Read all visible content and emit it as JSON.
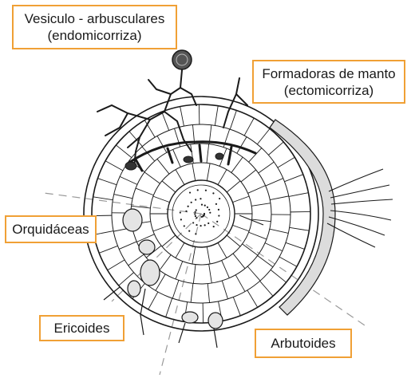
{
  "labels": {
    "vesiculo": {
      "line1": "Vesiculo - arbusculares",
      "line2": "(endomicorriza)"
    },
    "formadoras": {
      "line1": "Formadoras de manto",
      "line2": "(ectomicorriza)"
    },
    "orquidaceas": {
      "line1": "Orquidáceas"
    },
    "ericoides": {
      "line1": "Ericoides"
    },
    "arbutoides": {
      "line1": "Arbutoides"
    }
  },
  "colors": {
    "label_border": "#f0a035",
    "ink": "#1a1a1a",
    "background": "#ffffff"
  }
}
